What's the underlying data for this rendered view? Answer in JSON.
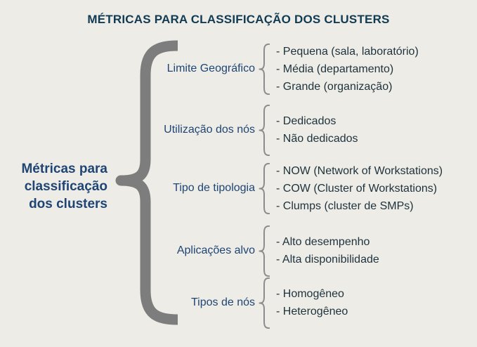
{
  "title": "MÉTRICAS PARA CLASSIFICAÇÃO DOS CLUSTERS",
  "root_label": {
    "line1": "Métricas para",
    "line2": "classificação",
    "line3": "dos clusters"
  },
  "categories": [
    {
      "label": "Limite Geográfico",
      "items": [
        "- Pequena (sala, laboratório)",
        "- Média (departamento)",
        "- Grande (organização)"
      ]
    },
    {
      "label": "Utilização dos nós",
      "items": [
        "- Dedicados",
        "- Não dedicados"
      ]
    },
    {
      "label": "Tipo de tipologia",
      "items": [
        "- NOW (Network of Workstations)",
        "- COW (Cluster of Workstations)",
        "- Clumps (cluster de SMPs)"
      ]
    },
    {
      "label": "Aplicações alvo",
      "items": [
        "- Alto desempenho",
        "- Alta disponibilidade"
      ]
    },
    {
      "label": "Tipos de nós",
      "items": [
        "- Homogêneo",
        "- Heterogêneo"
      ]
    }
  ],
  "icons": {
    "big_brace": "left-curly-brace",
    "small_brace": "left-curly-brace"
  },
  "colors": {
    "background": "#eeece7",
    "title_text": "#113b53",
    "label_blue": "#1e4573",
    "item_text": "#1d323c",
    "big_brace_gray": "#7d7d7d",
    "small_brace_gray": "#8c8c8c"
  }
}
